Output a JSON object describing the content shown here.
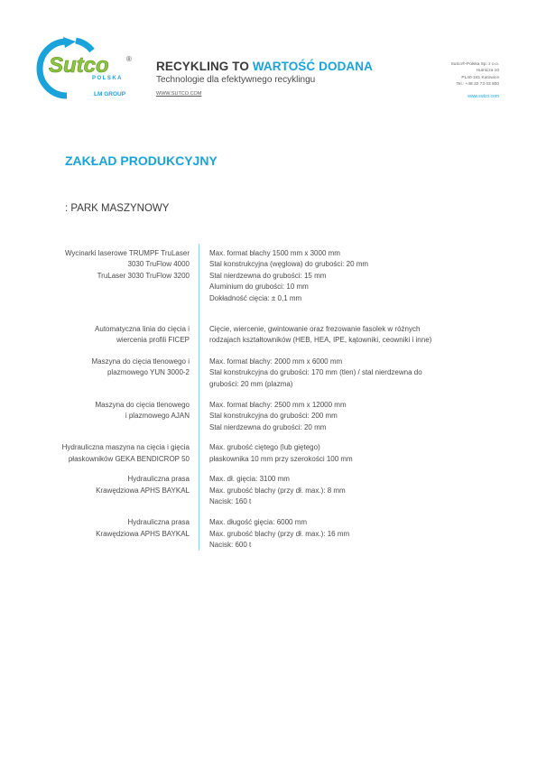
{
  "header": {
    "logo_text": "Sutco",
    "logo_sub": "POLSKA",
    "logo_group": "LM GROUP",
    "logo_mark": "®",
    "slogan_prefix": "RECYKLING TO ",
    "slogan_accent": "WARTOŚĆ DODANA",
    "subtitle": "Technologie dla efektywnego recyklingu",
    "website": "WWW.SUTCO.COM",
    "company_lines": [
      "Sutco®-Polska Sp. z o.o.",
      "Hutnicza 10",
      "PL40-241 Katowice",
      "Tel.: +48 32 73 03 800"
    ],
    "website_right": "www.sutco.com",
    "colors": {
      "accent": "#1aa3d9",
      "logo_green": "#8cc63f"
    }
  },
  "section_title": "ZAKŁAD PRODUKCYJNY",
  "sub_title": ": PARK MASZYNOWY",
  "machines": [
    {
      "name": "Wycinarki laserowe TRUMPF TruLaser\n3030 TruFlow 4000\nTruLaser 3030 TruFlow 3200",
      "specs": [
        "Max. format blachy 1500 mm x 3000 mm",
        "Stal konstrukcyjna (węglowa) do grubości: 20 mm",
        "Stal nierdzewna do grubości: 15 mm",
        "Aluminium do grubości: 10 mm",
        "Dokładność cięcia: ± 0,1 mm"
      ]
    },
    {
      "name": "Automatyczna linia do cięcia i\nwiercenia profili FICEP",
      "specs": [
        "Cięcie, wiercenie, gwintowanie oraz frezowanie fasolek w różnych",
        "rodzajach kształtowników (HEB, HEA, IPE, kątowniki, ceowniki i inne)"
      ]
    },
    {
      "name": "Maszyna do cięcia tlenowego i\nplazmowego YUN 3000-2",
      "specs": [
        "Max. format blachy: 2000 mm x 6000 mm",
        "Stal konstrukcyjna do grubości: 170 mm (tlen) / stal nierdzewna do",
        "grubości: 20 mm (plazma)"
      ]
    },
    {
      "name": "Maszyna do cięcia tlenowego\ni plazmowego AJAN",
      "specs": [
        "Max. format blachy: 2500 mm x 12000 mm",
        "Stal konstrukcyjna do grubości: 200 mm",
        "Stal nierdzewna do grubości: 20 mm"
      ]
    },
    {
      "name": "Hydrauliczna maszyna na cięcia i gięcia\npłaskowników GEKA BENDICROP 50",
      "specs": [
        "Max. grubość ciętego (lub giętego)",
        "płaskownika 10 mm przy szerokości 100 mm"
      ]
    },
    {
      "name": "Hydrauliczna prasa\nKrawędziowa APHS BAYKAL",
      "specs": [
        "Max. dł. gięcia: 3100 mm",
        "Max. grubość blachy (przy dł. max.): 8 mm",
        "Nacisk: 160 t"
      ]
    },
    {
      "name": "Hydrauliczna prasa\nKrawędziowa APHS BAYKAL",
      "specs": [
        "Max. długość gięcia: 6000 mm",
        "Max. grubość blachy (przy dł. max.): 16 mm",
        "Nacisk: 600 t"
      ]
    }
  ]
}
